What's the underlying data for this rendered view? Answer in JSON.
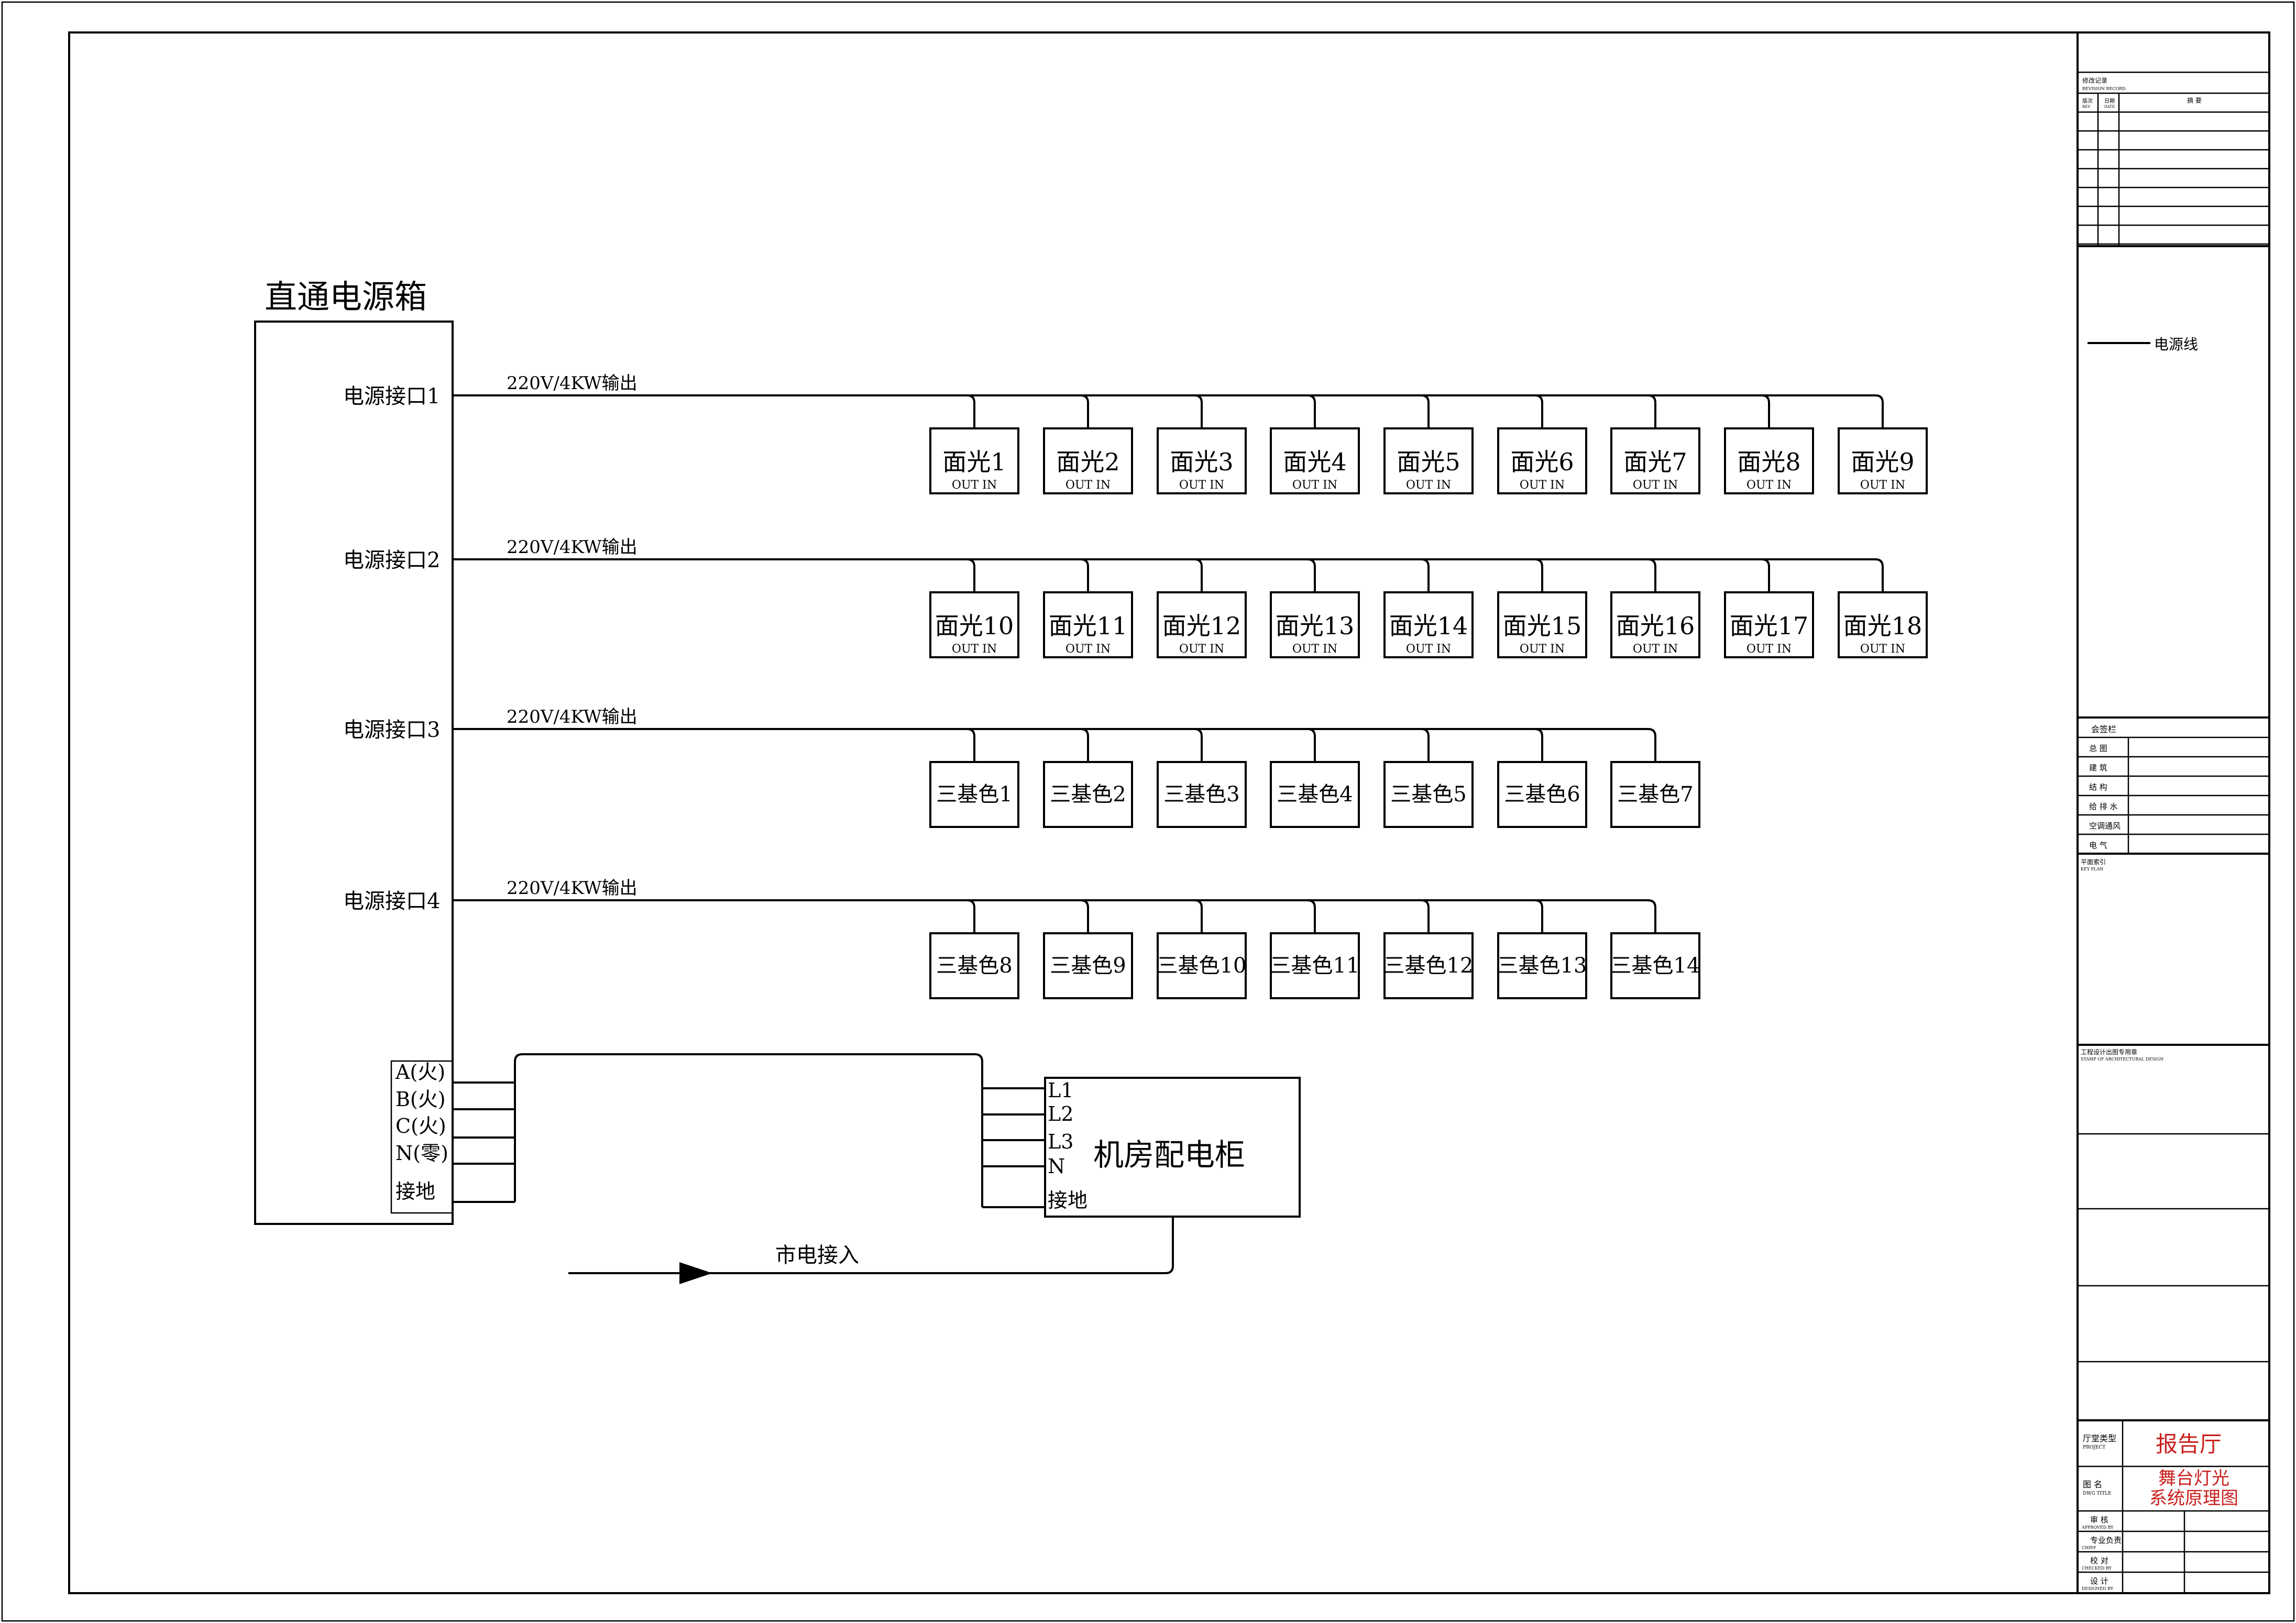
{
  "diagram": {
    "source_box": {
      "title": "直通电源箱",
      "ports": [
        {
          "label": "电源接口1",
          "output": "220V/4KW输出"
        },
        {
          "label": "电源接口2",
          "output": "220V/4KW输出"
        },
        {
          "label": "电源接口3",
          "output": "220V/4KW输出"
        },
        {
          "label": "电源接口4",
          "output": "220V/4KW输出"
        }
      ],
      "terminals": [
        "A(火)",
        "B(火)",
        "C(火)",
        "N(零)",
        "接地"
      ]
    },
    "rows": [
      {
        "fixtures": [
          "面光1",
          "面光2",
          "面光3",
          "面光4",
          "面光5",
          "面光6",
          "面光7",
          "面光8",
          "面光9"
        ],
        "sub": "OUT  IN"
      },
      {
        "fixtures": [
          "面光10",
          "面光11",
          "面光12",
          "面光13",
          "面光14",
          "面光15",
          "面光16",
          "面光17",
          "面光18"
        ],
        "sub": "OUT  IN"
      },
      {
        "fixtures": [
          "三基色1",
          "三基色2",
          "三基色3",
          "三基色4",
          "三基色5",
          "三基色6",
          "三基色7"
        ],
        "sub": ""
      },
      {
        "fixtures": [
          "三基色8",
          "三基色9",
          "三基色10",
          "三基色11",
          "三基色12",
          "三基色13",
          "三基色14"
        ],
        "sub": ""
      }
    ],
    "cabinet": {
      "title": "机房配电柜",
      "terminals": [
        "L1",
        "L2",
        "L3",
        "N",
        "接地"
      ]
    },
    "mains_label": "市电接入"
  },
  "title_block": {
    "revision_header": "修改记录",
    "revision_header_en": "REVISION RECORD",
    "rev_col": "版次",
    "rev_col_en": "REV",
    "date_col": "日期",
    "date_col_en": "DATE",
    "remark_col": "摘  要",
    "legend_label": "电源线",
    "sign_header": "会签栏",
    "sign_rows": [
      "总  图",
      "建  筑",
      "结  构",
      "给 排 水",
      "空调通风",
      "电  气"
    ],
    "key_plan": "平面索引",
    "key_plan_en": "KEY PLAN",
    "stamp": "工程设计出图专用章",
    "stamp_en": "STAMP OF ARCHITECTURAL DESIGN",
    "project_label": "厅堂类型",
    "project_label_en": "PROJECT",
    "project_value": "报告厅",
    "dwg_label": "图  名",
    "dwg_label_en": "DWG TITLE",
    "dwg_value_line1": "舞台灯光",
    "dwg_value_line2": "系统原理图",
    "approvals": [
      {
        "cn": "审  核",
        "en": "APPROVED BY"
      },
      {
        "cn": "专业负责",
        "en": "CHIEF"
      },
      {
        "cn": "校  对",
        "en": "CHECKED BY"
      },
      {
        "cn": "设  计",
        "en": "DESIGNED BY"
      }
    ]
  }
}
